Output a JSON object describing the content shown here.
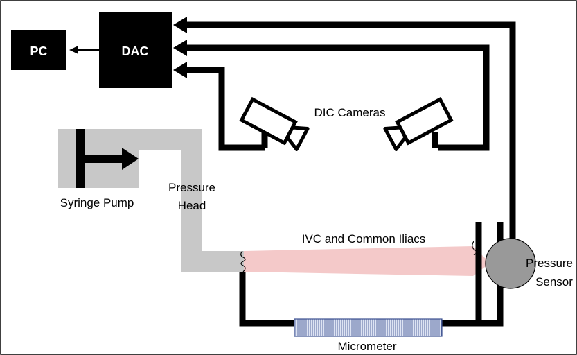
{
  "labels": {
    "pc": "PC",
    "dac": "DAC",
    "dic_cameras": "DIC Cameras",
    "syringe_pump": "Syringe Pump",
    "pressure_head_line1": "Pressure",
    "pressure_head_line2": "Head",
    "ivc": "IVC and Common Iliacs",
    "pressure_sensor_line1": "Pressure",
    "pressure_sensor_line2": "Sensor",
    "micrometer": "Micrometer"
  },
  "colors": {
    "wire": "#000000",
    "tube": "#c8c8c8",
    "vessel": "#f4c9c9",
    "sensor": "#999999",
    "micrometer_fill": "#dde3f3",
    "micrometer_stroke": "#3b4f8f",
    "border": "#000000"
  }
}
